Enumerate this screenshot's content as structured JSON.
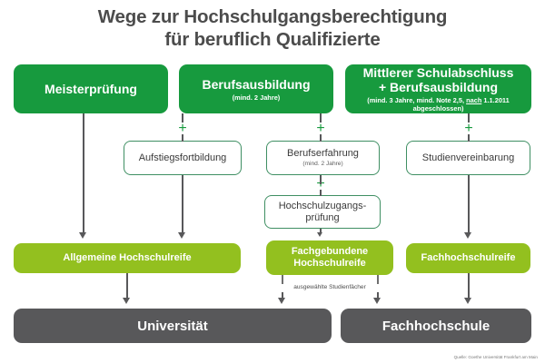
{
  "title": {
    "line1": "Wege zur Hochschulgangsberechtigung",
    "line2": "für beruflich Qualifizierte"
  },
  "colors": {
    "dark_green": "#179a3e",
    "light_green": "#93c01f",
    "gray": "#58585a",
    "white_box_border": "#3f8f63",
    "title_text": "#4c4c4c",
    "connector": "#58585a"
  },
  "entry_boxes": [
    {
      "label": "Meisterprüfung",
      "sublabel": ""
    },
    {
      "label": "Berufsausbildung",
      "sublabel": "(mind. 2 Jahre)"
    },
    {
      "label_line1": "Mittlerer Schulabschluss",
      "label_line2": "+ Berufsausbildung",
      "sub_pre": "(mind. 3 Jahre, mind. Note 2,5, ",
      "sub_emph": "nach",
      "sub_post": " 1.1.2011 abgeschlossen)"
    }
  ],
  "plus_signs": {
    "p1": "+",
    "p2": "+",
    "p3": "+",
    "p4": "+"
  },
  "requirement_boxes": [
    {
      "label": "Aufstiegsfortbildung",
      "sublabel": ""
    },
    {
      "label": "Berufserfahrung",
      "sublabel": "(mind. 2 Jahre)"
    },
    {
      "label": "Studienvereinbarung",
      "sublabel": ""
    },
    {
      "label_line1": "Hochschulzugangs-",
      "label_line2": "prüfung"
    }
  ],
  "qualification_boxes": [
    {
      "label": "Allgemeine Hochschulreife"
    },
    {
      "label_line1": "Fachgebundene",
      "label_line2": "Hochschulreife"
    },
    {
      "label": "Fachhochschulreife"
    }
  ],
  "annotation": {
    "selected_subjects": "ausgewählte Studienfächer"
  },
  "destination_boxes": [
    {
      "label": "Universität"
    },
    {
      "label": "Fachhochschule"
    }
  ],
  "credit": "Quelle: Goethe Universität Frankfurt am Main"
}
